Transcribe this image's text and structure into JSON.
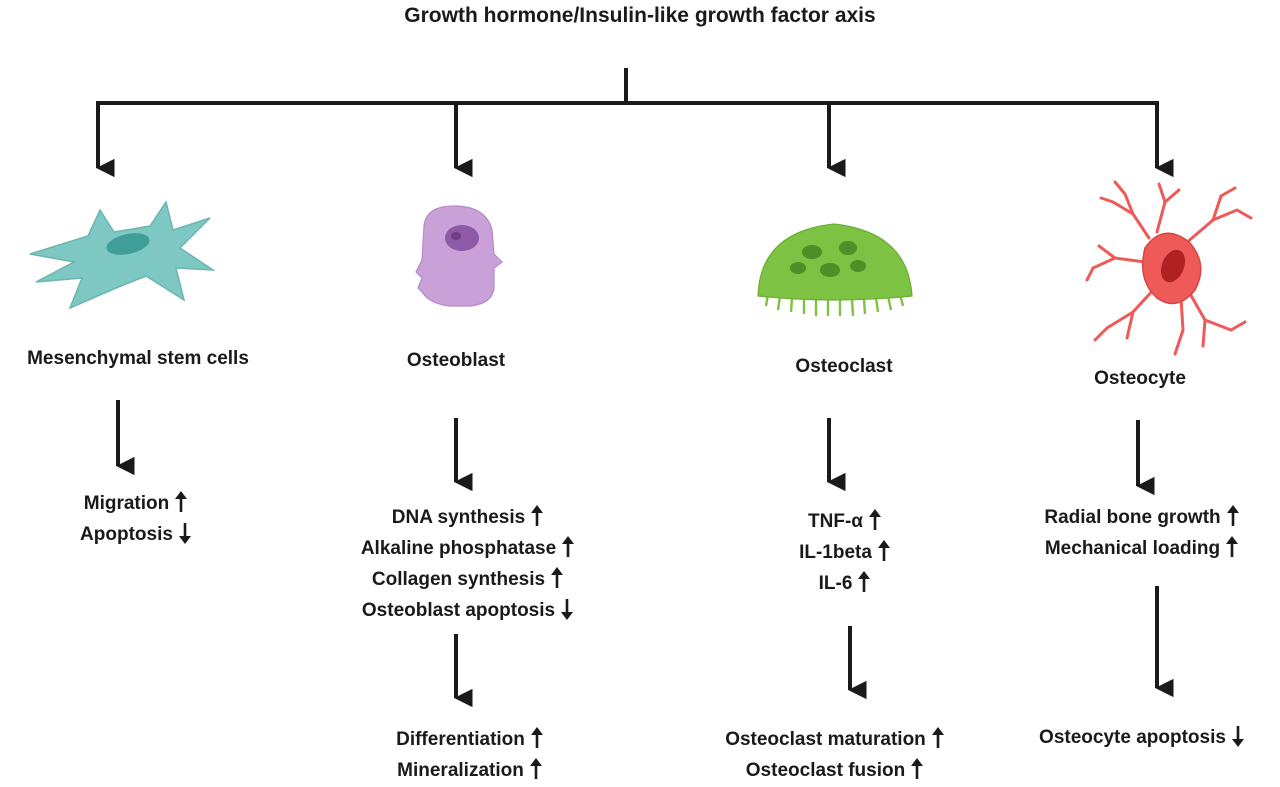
{
  "title": "Growth hormone/Insulin-like growth factor axis",
  "columns": [
    {
      "cell": "Mesenchymal stem cells",
      "effects": [
        {
          "text": "Migration",
          "dir": "up"
        },
        {
          "text": "Apoptosis",
          "dir": "down"
        }
      ],
      "outcomes": []
    },
    {
      "cell": "Osteoblast",
      "effects": [
        {
          "text": "DNA synthesis",
          "dir": "up"
        },
        {
          "text": "Alkaline phosphatase",
          "dir": "up"
        },
        {
          "text": "Collagen synthesis",
          "dir": "up"
        },
        {
          "text": "Osteoblast apoptosis",
          "dir": "down"
        }
      ],
      "outcomes": [
        {
          "text": "Differentiation",
          "dir": "up"
        },
        {
          "text": "Mineralization",
          "dir": "up"
        }
      ]
    },
    {
      "cell": "Osteoclast",
      "effects": [
        {
          "text": "TNF-α",
          "dir": "up"
        },
        {
          "text": "IL-1beta",
          "dir": "up"
        },
        {
          "text": "IL-6",
          "dir": "up"
        }
      ],
      "outcomes": [
        {
          "text": "Osteoclast maturation",
          "dir": "up"
        },
        {
          "text": "Osteoclast fusion",
          "dir": "up"
        }
      ]
    },
    {
      "cell": "Osteocyte",
      "effects": [
        {
          "text": "Radial bone growth",
          "dir": "up"
        },
        {
          "text": "Mechanical loading",
          "dir": "up"
        }
      ],
      "outcomes": [
        {
          "text": "Osteocyte apoptosis",
          "dir": "down"
        }
      ]
    }
  ],
  "colors": {
    "mesenchymal": "#7ec8c3",
    "osteoblast": "#c9a0d8",
    "osteoclast": "#7dc242",
    "osteocyte": "#ee5a58",
    "line": "#1a1a1a"
  }
}
